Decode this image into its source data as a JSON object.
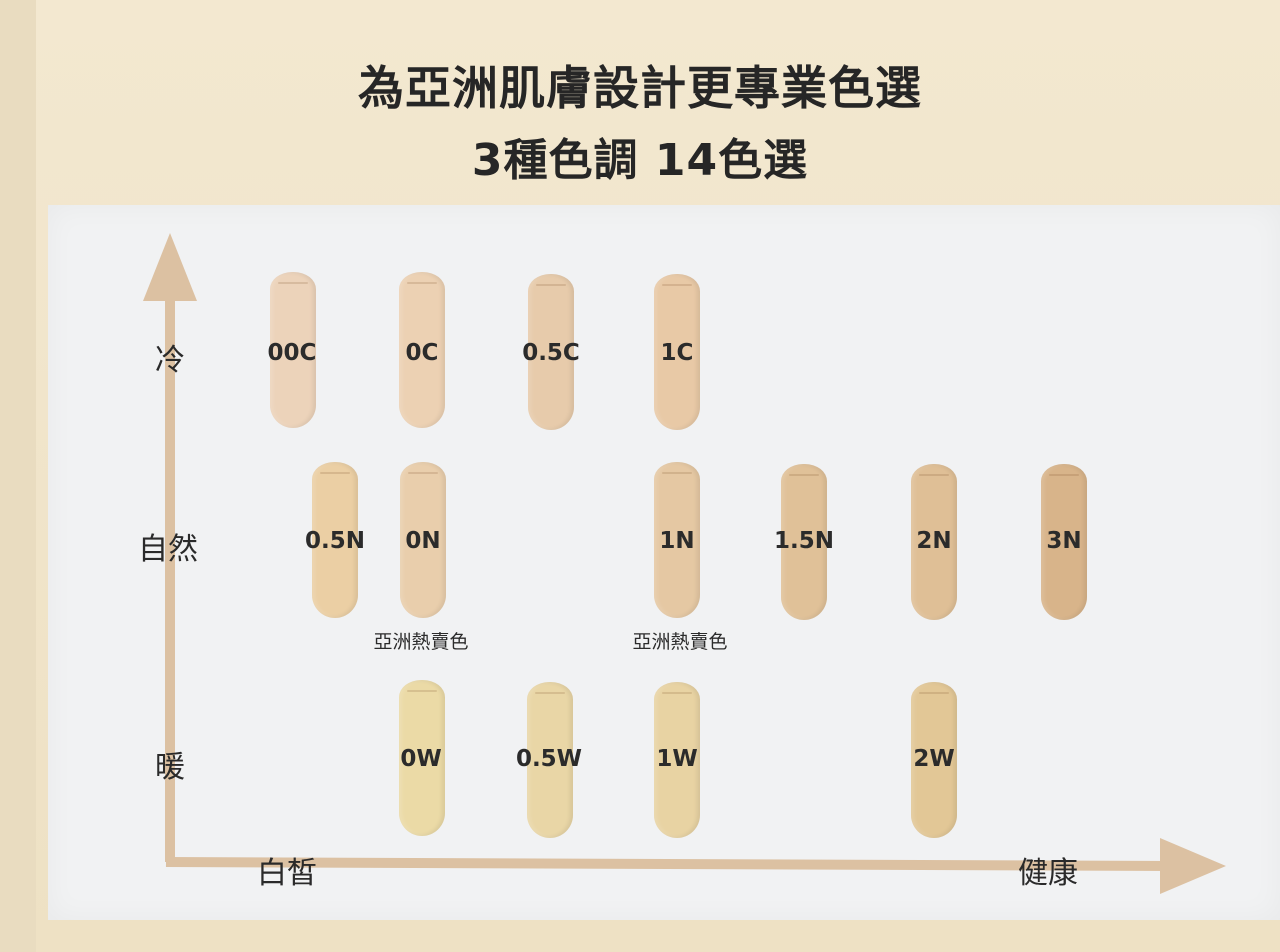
{
  "header": {
    "title_line_1": "為亞洲肌膚設計更專業色選",
    "title_line_2": "3種色調 14色選"
  },
  "axes": {
    "y_rows": [
      "冷",
      "自然",
      "暖"
    ],
    "x_start_label": "白皙",
    "x_end_label": "健康",
    "arrow_color": "#dcc1a2"
  },
  "shades": {
    "cool": [
      {
        "code": "00C",
        "color": "#ecd3ba"
      },
      {
        "code": "0C",
        "color": "#ecd1b3"
      },
      {
        "code": "0.5C",
        "color": "#e7cbab"
      },
      {
        "code": "1C",
        "color": "#e8c9a6"
      }
    ],
    "natural": [
      {
        "code": "0.5N",
        "color": "#ebcfa4"
      },
      {
        "code": "0N",
        "color": "#e9ceac"
      },
      {
        "code": "1N",
        "color": "#e5c8a3"
      },
      {
        "code": "1.5N",
        "color": "#e0c198"
      },
      {
        "code": "2N",
        "color": "#dfbf96"
      },
      {
        "code": "3N",
        "color": "#d8b48a"
      }
    ],
    "warm": [
      {
        "code": "0W",
        "color": "#ebdaa6"
      },
      {
        "code": "0.5W",
        "color": "#e9d6a6"
      },
      {
        "code": "1W",
        "color": "#e8d3a3"
      },
      {
        "code": "2W",
        "color": "#e2c796"
      }
    ]
  },
  "notes": {
    "best_seller_0n": "亞洲熱賣色",
    "best_seller_1n": "亞洲熱賣色"
  }
}
